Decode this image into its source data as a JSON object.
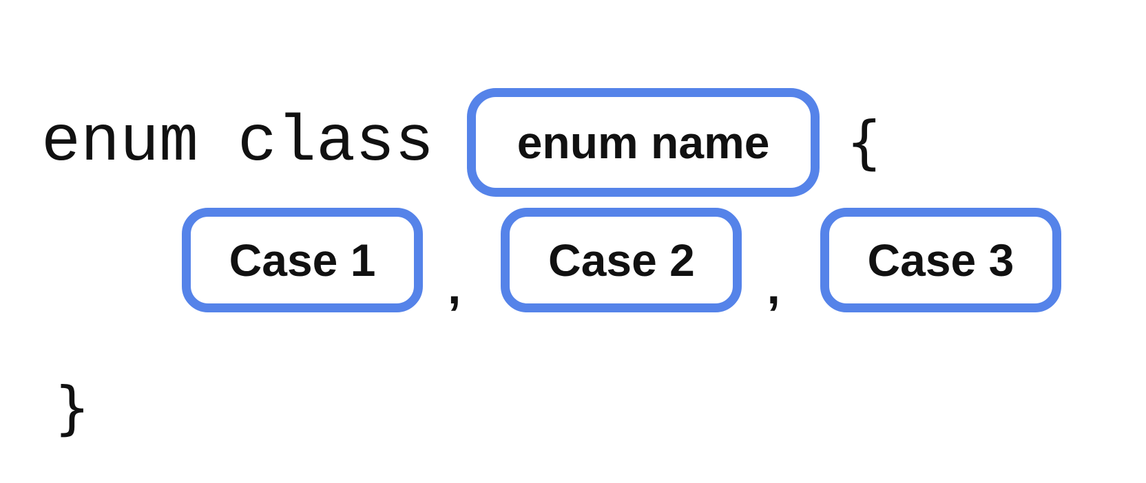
{
  "diagram": {
    "kind": "enum-class-syntax",
    "colors": {
      "background": "#ffffff",
      "box_border": "#5583e9",
      "text": "#111111"
    },
    "syntax": {
      "keyword": "enum class",
      "enum_name_placeholder": "enum name",
      "open_brace": "{",
      "close_brace": "}",
      "case_separator": ",",
      "cases": [
        "Case 1",
        "Case 2",
        "Case 3"
      ]
    }
  }
}
